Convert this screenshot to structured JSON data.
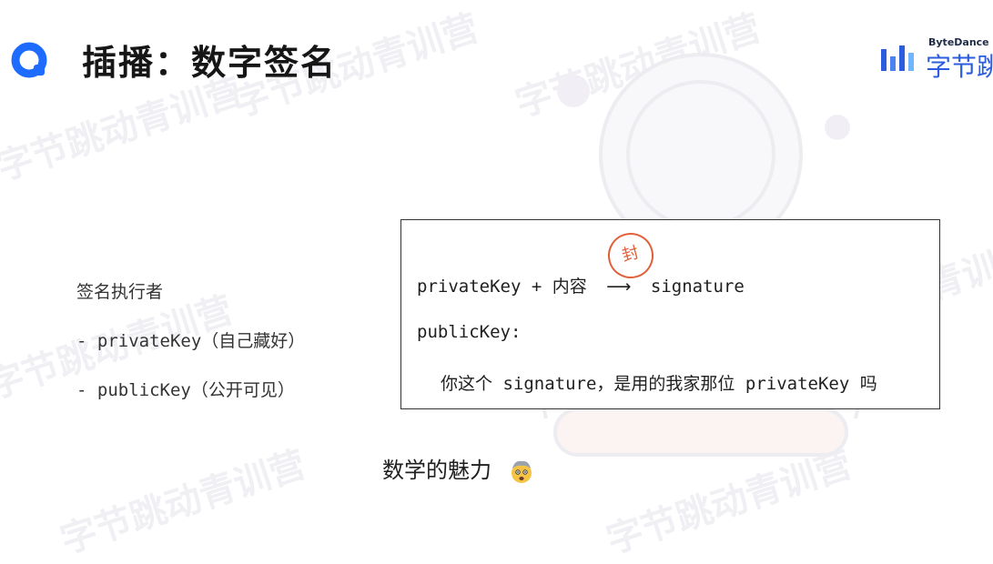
{
  "header": {
    "title": "插播：数字签名",
    "brand_small": "ByteDance",
    "brand_big": "字节跳"
  },
  "left": {
    "heading": "签名执行者",
    "bullets": [
      {
        "dash": "-",
        "code": "privateKey",
        "note": "（自己藏好）"
      },
      {
        "dash": "-",
        "code": "publicKey",
        "note": "（公开可见）"
      }
    ]
  },
  "box": {
    "line1_code1": "privateKey",
    "line1_plus": "+",
    "line1_cjk": "内容",
    "line1_arrow": "⟶",
    "line1_code2": "signature",
    "seal": "封",
    "line2": "publicKey:",
    "line3_a": "你这个",
    "line3_code1": "signature",
    "line3_b": "，是用的我家那位",
    "line3_code2": "privateKey",
    "line3_c": "吗"
  },
  "caption": {
    "text": "数学的魅力",
    "emoji": "exploding-head-emoji"
  },
  "watermark": "字节跳动青训营",
  "colors": {
    "brand_blue": "#2b5dde",
    "seal_red": "#e0603a",
    "logo_blue": "#1e6bff"
  }
}
